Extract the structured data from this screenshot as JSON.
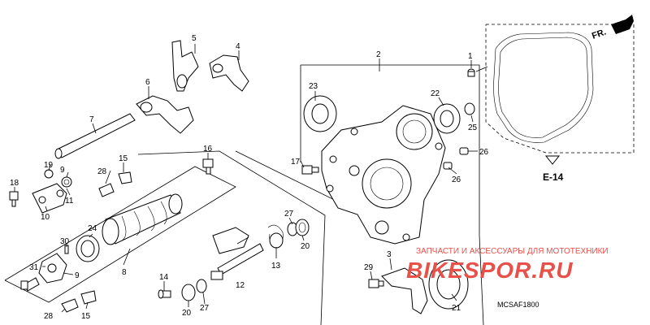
{
  "callouts": {
    "c1": "1",
    "c2": "2",
    "c3": "3",
    "c4": "4",
    "c5": "5",
    "c6": "6",
    "c7": "7",
    "c8": "8",
    "c9": "9",
    "c10": "10",
    "c11": "11",
    "c12": "12",
    "c13": "13",
    "c14": "14",
    "c15a": "15",
    "c15b": "15",
    "c16": "16",
    "c17": "17",
    "c18": "18",
    "c19": "19",
    "c20a": "20",
    "c20b": "20",
    "c21": "21",
    "c22": "22",
    "c23": "23",
    "c24": "24",
    "c25": "25",
    "c26a": "26",
    "c26b": "26",
    "c27a": "27",
    "c27b": "27",
    "c28a": "28",
    "c28b": "28",
    "c29": "29",
    "c30": "30",
    "c31": "31"
  },
  "direction_label": "FR.",
  "section_ref": "E-14",
  "diagram_code": "MCSAF1800",
  "watermark": {
    "line1": "ЗАПЧАСТИ И АКСЕССУАРЫ ДЛЯ МОТОТЕХНИКИ",
    "line2": "BIKESPOR.RU",
    "color": "#e8504a"
  }
}
